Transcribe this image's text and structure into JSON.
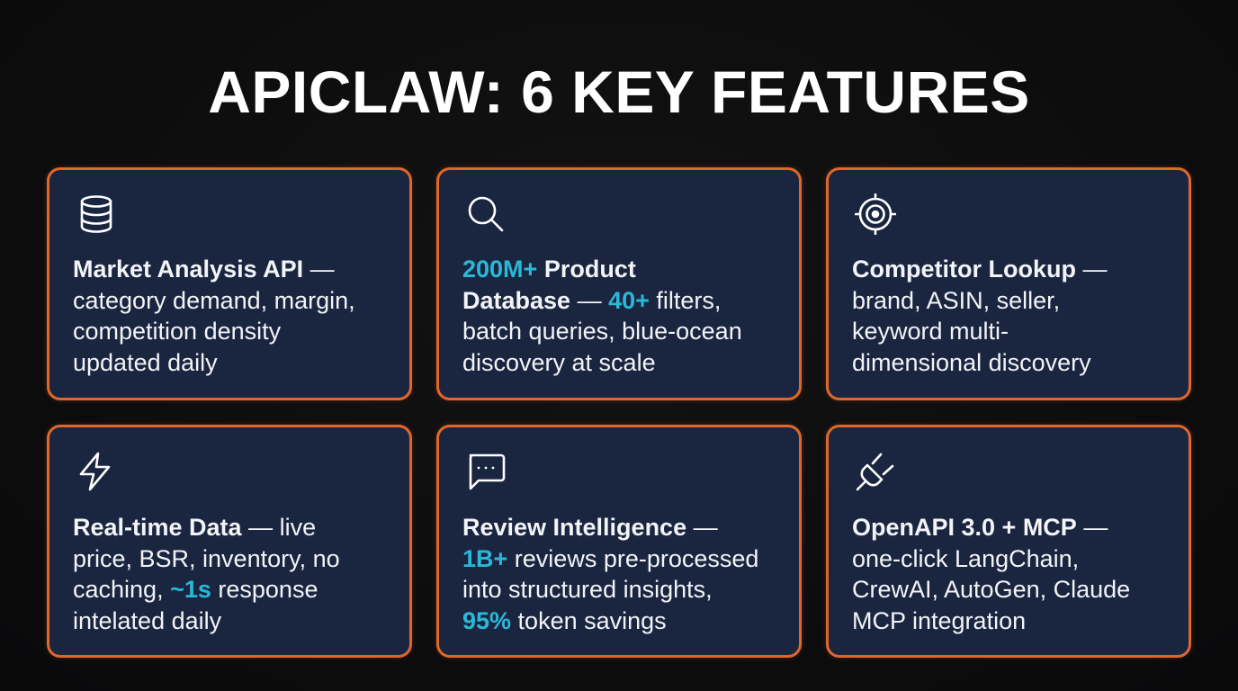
{
  "header": {
    "title": "APICLAW: 6 KEY FEATURES"
  },
  "colors": {
    "background": "#0d0d0e",
    "card_background": "#1a2640",
    "card_border": "#e0672a",
    "accent": "#2bb8d8",
    "text": "#f2f4f7"
  },
  "features": [
    {
      "icon": "database-icon",
      "lines": [
        {
          "segments": [
            {
              "t": "Market Analysis API",
              "s": "b"
            },
            {
              "t": " —",
              "s": "n"
            }
          ]
        },
        {
          "segments": [
            {
              "t": "category demand, margin,",
              "s": "n"
            }
          ]
        },
        {
          "segments": [
            {
              "t": "competition density",
              "s": "n"
            }
          ]
        },
        {
          "segments": [
            {
              "t": "updated daily",
              "s": "n"
            }
          ]
        }
      ],
      "title": "Market Analysis API",
      "description": "category demand, margin, competition density updated daily"
    },
    {
      "icon": "search-icon",
      "lines": [
        {
          "segments": [
            {
              "t": "200M+",
              "s": "acc"
            },
            {
              "t": " Product",
              "s": "b"
            }
          ]
        },
        {
          "segments": [
            {
              "t": "Database",
              "s": "b"
            },
            {
              "t": " — ",
              "s": "n"
            },
            {
              "t": "40+",
              "s": "acc"
            },
            {
              "t": " filters,",
              "s": "n"
            }
          ]
        },
        {
          "segments": [
            {
              "t": "batch queries, blue-ocean",
              "s": "n"
            }
          ]
        },
        {
          "segments": [
            {
              "t": "discovery at scale",
              "s": "n"
            }
          ]
        }
      ],
      "title": "200M+ Product Database",
      "description": "40+ filters, batch queries, blue-ocean discovery at scale"
    },
    {
      "icon": "target-icon",
      "lines": [
        {
          "segments": [
            {
              "t": "Competitor Lookup",
              "s": "b"
            },
            {
              "t": " —",
              "s": "n"
            }
          ]
        },
        {
          "segments": [
            {
              "t": "brand, ASIN, seller,",
              "s": "n"
            }
          ]
        },
        {
          "segments": [
            {
              "t": "keyword multi-",
              "s": "n"
            }
          ]
        },
        {
          "segments": [
            {
              "t": "dimensional discovery",
              "s": "n"
            }
          ]
        }
      ],
      "title": "Competitor Lookup",
      "description": "brand, ASIN, seller, keyword multi-dimensional discovery"
    },
    {
      "icon": "lightning-icon",
      "lines": [
        {
          "segments": [
            {
              "t": "Real-time Data",
              "s": "b"
            },
            {
              "t": " — live",
              "s": "n"
            }
          ]
        },
        {
          "segments": [
            {
              "t": "price, BSR, inventory, no",
              "s": "n"
            }
          ]
        },
        {
          "segments": [
            {
              "t": "caching, ",
              "s": "n"
            },
            {
              "t": "~1s",
              "s": "acc"
            },
            {
              "t": " response",
              "s": "n"
            }
          ]
        },
        {
          "segments": [
            {
              "t": "intelated daily",
              "s": "n"
            }
          ]
        }
      ],
      "title": "Real-time Data",
      "description": "live price, BSR, inventory, no caching, ~1s response intelated daily"
    },
    {
      "icon": "chat-bubble-icon",
      "lines": [
        {
          "segments": [
            {
              "t": "Review Intelligence",
              "s": "b"
            },
            {
              "t": " —",
              "s": "n"
            }
          ]
        },
        {
          "segments": [
            {
              "t": "1B+",
              "s": "acc"
            },
            {
              "t": " reviews pre-processed",
              "s": "n"
            }
          ]
        },
        {
          "segments": [
            {
              "t": "into structured insights,",
              "s": "n"
            }
          ]
        },
        {
          "segments": [
            {
              "t": "95%",
              "s": "acc"
            },
            {
              "t": " token savings",
              "s": "n"
            }
          ]
        }
      ],
      "title": "Review Intelligence",
      "description": "1B+ reviews pre-processed into structured insights, 95% token savings"
    },
    {
      "icon": "plug-icon",
      "lines": [
        {
          "segments": [
            {
              "t": "OpenAPI 3.0 + MCP",
              "s": "b"
            },
            {
              "t": " —",
              "s": "n"
            }
          ]
        },
        {
          "segments": [
            {
              "t": "one-click LangChain,",
              "s": "n"
            }
          ]
        },
        {
          "segments": [
            {
              "t": "CrewAI, AutoGen, Claude",
              "s": "n"
            }
          ]
        },
        {
          "segments": [
            {
              "t": "MCP integration",
              "s": "n"
            }
          ]
        }
      ],
      "title": "OpenAPI 3.0 + MCP",
      "description": "one-click LangChain, CrewAI, AutoGen, Claude MCP integration"
    }
  ]
}
